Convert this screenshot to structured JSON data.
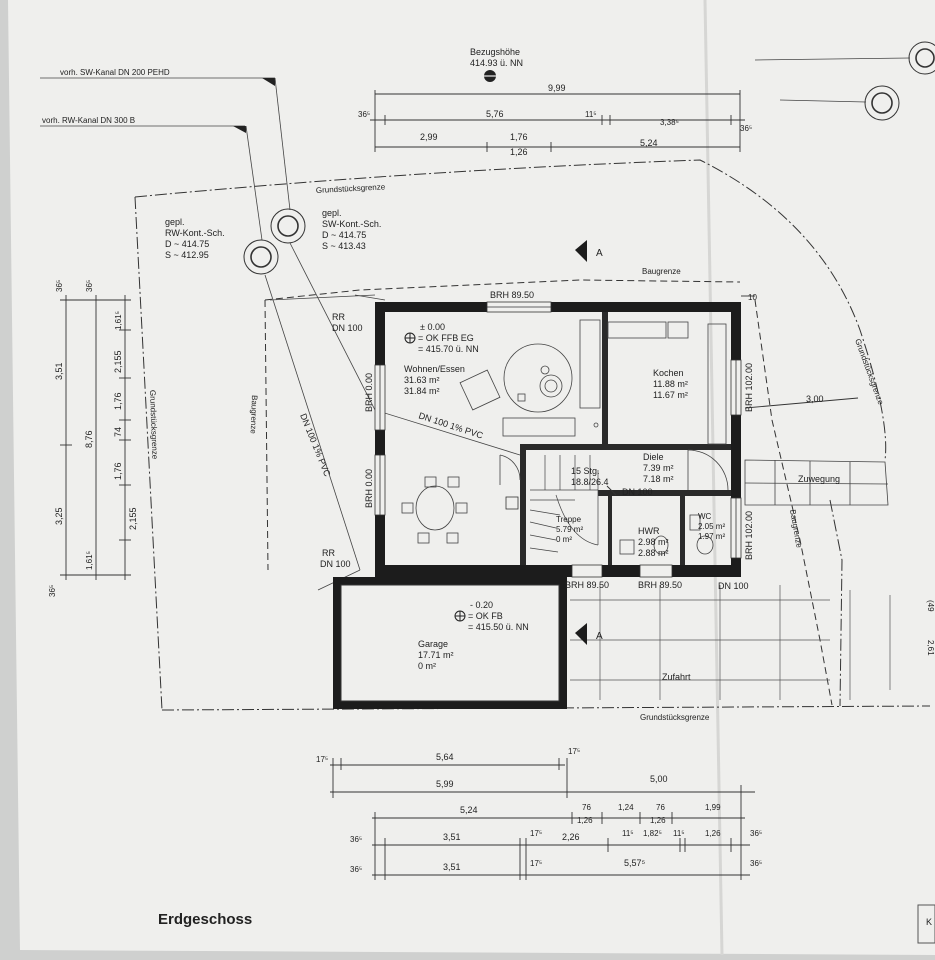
{
  "sheet_title": "Erdgeschoss",
  "reference_height": {
    "label": "Bezugshöhe",
    "value": "414.93 ü. NN"
  },
  "sewers": {
    "sw": "vorh. SW-Kanal  DN 200 PEHD",
    "rw": "vorh. RW-Kanal  DN 300 B"
  },
  "shafts": {
    "rw": [
      "gepl.",
      "RW-Kont.-Sch.",
      "D ~ 414.75",
      "S ~ 412.95"
    ],
    "sw": [
      "gepl.",
      "SW-Kont.-Sch.",
      "D ~ 414.75",
      "S ~ 413.43"
    ]
  },
  "boundary_labels": {
    "top": "Grundstücksgrenze",
    "bottom": "Grundstücksgrenze",
    "left": "Grundstücksgrenze",
    "right": "Grundstücksgrenze"
  },
  "building_line_labels": {
    "top": "Baugrenze",
    "left": "Baugrenze",
    "right": "Baugrenze"
  },
  "pipes": {
    "rr_top": [
      "RR",
      "DN 100"
    ],
    "rr_bottom": [
      "RR",
      "DN 100"
    ],
    "pvc_diag": "DN 100 1% PVC",
    "pvc_room": "DN 100  1% PVC",
    "dn100_diele": "DN 100",
    "dn100_right": "DN 100"
  },
  "section_marks": {
    "top": "A",
    "bottom": "A"
  },
  "window_labels": {
    "brh_top": "BRH 89.50",
    "brh_left1": "BRH 0.00",
    "brh_left2": "BRH 0.00",
    "brh_right1": "BRH 102.00",
    "brh_right2": "BRH 102.00",
    "brh_bottom1": "BRH 89.50",
    "brh_bottom2": "BRH 89.50"
  },
  "levels": {
    "eg": [
      "± 0.00",
      "= OK FFB EG",
      "= 415.70 ü. NN"
    ],
    "garage": [
      "- 0.20",
      "= OK FB",
      "= 415.50 ü. NN"
    ]
  },
  "rooms": {
    "wohnen": [
      "Wohnen/Essen",
      "31.63 m²",
      "31.84 m²"
    ],
    "kochen": [
      "Kochen",
      "11.88 m²",
      "11.67 m²"
    ],
    "diele": [
      "Diele",
      "7.39 m²",
      "7.18 m²"
    ],
    "stair": [
      "15 Stg.",
      "18.8/26.4"
    ],
    "treppe": [
      "Treppe",
      "5.79 m²",
      "0 m²"
    ],
    "hwr": [
      "HWR",
      "2.98 m²",
      "2.88 m²"
    ],
    "wc": [
      "WC",
      "2.05 m²",
      "1.97 m²"
    ],
    "garage": [
      "Garage",
      "17.71 m²",
      "0 m²"
    ],
    "zuwegung": "Zuwegung",
    "zufahrt": "Zufahrt"
  },
  "dims_top": {
    "overall": "9,99",
    "r2": [
      "36⁵",
      "5,76",
      "11⁵",
      "3,38⁵",
      "36⁵"
    ],
    "r3": [
      "2,99",
      "1,76",
      "1,26",
      "5,24"
    ]
  },
  "dims_left": {
    "outer": [
      "36⁵",
      "3,51",
      "3,25",
      "36⁵"
    ],
    "mid": "8,76",
    "inner": [
      "36⁵",
      "1,61⁵",
      "2,155",
      "1,76",
      "74",
      "1,76",
      "2,155",
      "1,61⁵"
    ]
  },
  "dims_right": {
    "setback": "3,00",
    "tick": "10"
  },
  "dims_bottom": {
    "r1": [
      "17⁵",
      "5,64",
      "17⁵"
    ],
    "r2": [
      "5,99",
      "5,00"
    ],
    "r3": [
      "5,24",
      "76",
      "1,26",
      "1,24",
      "76",
      "1,26",
      "1,99"
    ],
    "r4": [
      "36⁵",
      "3,51",
      "17⁵",
      "2,26",
      "11⁵",
      "1,82⁵",
      "11⁵",
      "1,26",
      "36⁵"
    ],
    "r5": [
      "36⁵",
      "3,51",
      "17⁵",
      "5,57⁵",
      "36⁵"
    ]
  },
  "edge_marks": [
    "(49",
    "2,61",
    "K"
  ],
  "colors": {
    "paper": "#efefed",
    "ink": "#1c1c1c",
    "shadow": "#cfd0cf"
  }
}
